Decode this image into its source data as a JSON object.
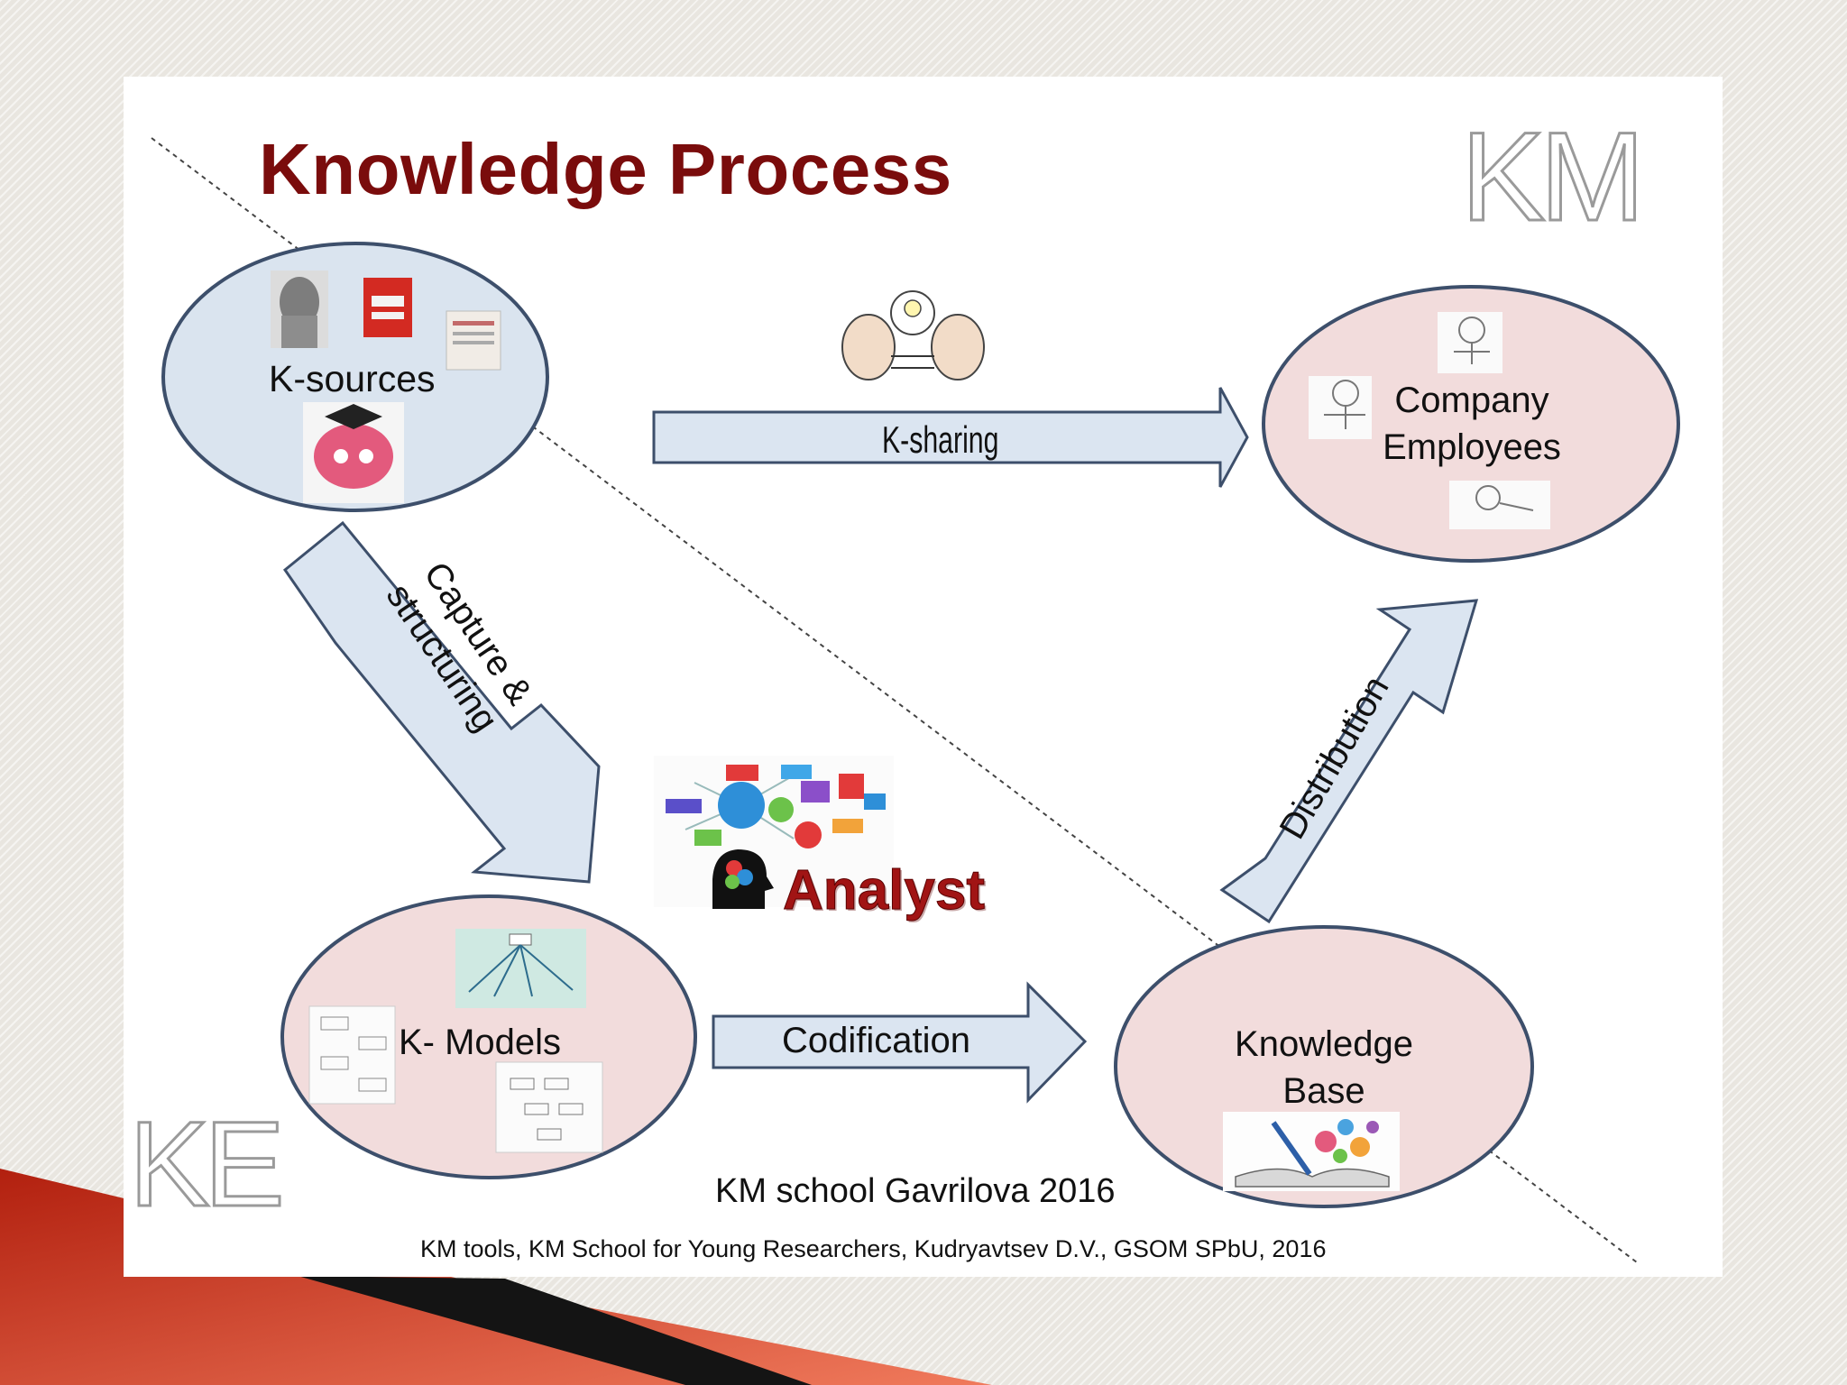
{
  "slide": {
    "title": "Knowledge Process",
    "logo_top_right": "KM",
    "logo_bottom_left": "KE",
    "credit": "KM school Gavrilova 2016",
    "footer": "KM tools, KM School for Young Researchers, Kudryavtsev D.V., GSOM SPbU, 2016"
  },
  "nodes": {
    "k_sources": "K-sources",
    "company_employees_line1": "Company",
    "company_employees_line2": "Employees",
    "k_models": "K- Models",
    "knowledge_base_line1": "Knowledge",
    "knowledge_base_line2": "Base"
  },
  "edges": {
    "k_sharing": "K-sharing",
    "capture_line1": "Capture &",
    "capture_line2": "structuring",
    "codification": "Codification",
    "distribution": "Distribution"
  },
  "analyst": "Analyst",
  "colors": {
    "title": "#7a0c0c",
    "sources_fill": "#dae4ef",
    "employees_fill": "#f2dcdc",
    "arrow_fill": "#dbe5f1",
    "outline": "#3d4f6b",
    "analyst_text": "#a11414"
  }
}
